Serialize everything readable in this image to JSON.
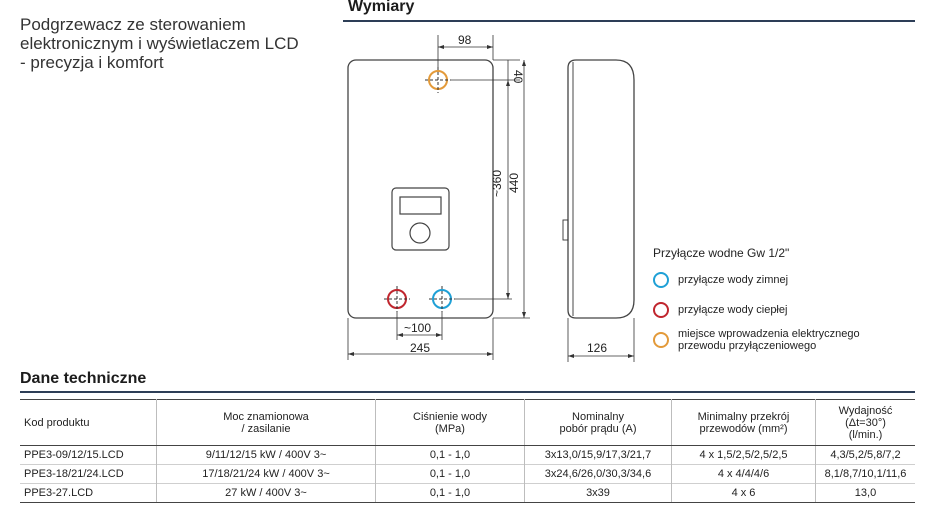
{
  "intro": {
    "lines": [
      "Podgrzewacz ze sterowaniem",
      "elektronicznym i wyświetlaczem LCD",
      "- precyzja i komfort"
    ]
  },
  "dimensions": {
    "title": "Wymiary",
    "labels": {
      "top_offset": "98",
      "top_gap": "40",
      "height_inner": "~360",
      "height_total": "440",
      "pipe_spacing": "~100",
      "width": "245",
      "depth": "126"
    }
  },
  "legend": {
    "title": "Przyłącze wodne  Gw 1/2\"",
    "items": [
      {
        "color": "#1fa0d6",
        "lines": [
          "przyłącze wody zimnej"
        ]
      },
      {
        "color": "#c0262e",
        "lines": [
          "przyłącze wody ciepłej"
        ]
      },
      {
        "color": "#e39a3a",
        "lines": [
          "miejsce wprowadzenia elektrycznego",
          "przewodu przyłączeniowego"
        ]
      }
    ]
  },
  "tech": {
    "title": "Dane techniczne",
    "headers": [
      [
        "Kod produktu"
      ],
      [
        "Moc znamionowa",
        "/ zasilanie"
      ],
      [
        "Ciśnienie wody",
        "(MPa)"
      ],
      [
        "Nominalny",
        "pobór prądu (A)"
      ],
      [
        "Minimalny przekrój",
        "przewodów (mm²)"
      ],
      [
        "Wydajność (Δt=30°)",
        "(l/min.)"
      ]
    ],
    "rows": [
      [
        "PPE3-09/12/15.LCD",
        "9/11/12/15 kW / 400V 3~",
        "0,1 - 1,0",
        "3x13,0/15,9/17,3/21,7",
        "4 x 1,5/2,5/2,5/2,5",
        "4,3/5,2/5,8/7,2"
      ],
      [
        "PPE3-18/21/24.LCD",
        "17/18/21/24 kW / 400V 3~",
        "0,1 - 1,0",
        "3x24,6/26,0/30,3/34,6",
        "4 x 4/4/4/6",
        "8,1/8,7/10,1/11,6"
      ],
      [
        "PPE3-27.LCD",
        "27 kW / 400V 3~",
        "0,1 - 1,0",
        "3x39",
        "4 x 6",
        "13,0"
      ]
    ]
  },
  "colors": {
    "accent_line": "#2d3e57",
    "cold": "#1fa0d6",
    "hot": "#c0262e",
    "electric": "#e39a3a"
  }
}
